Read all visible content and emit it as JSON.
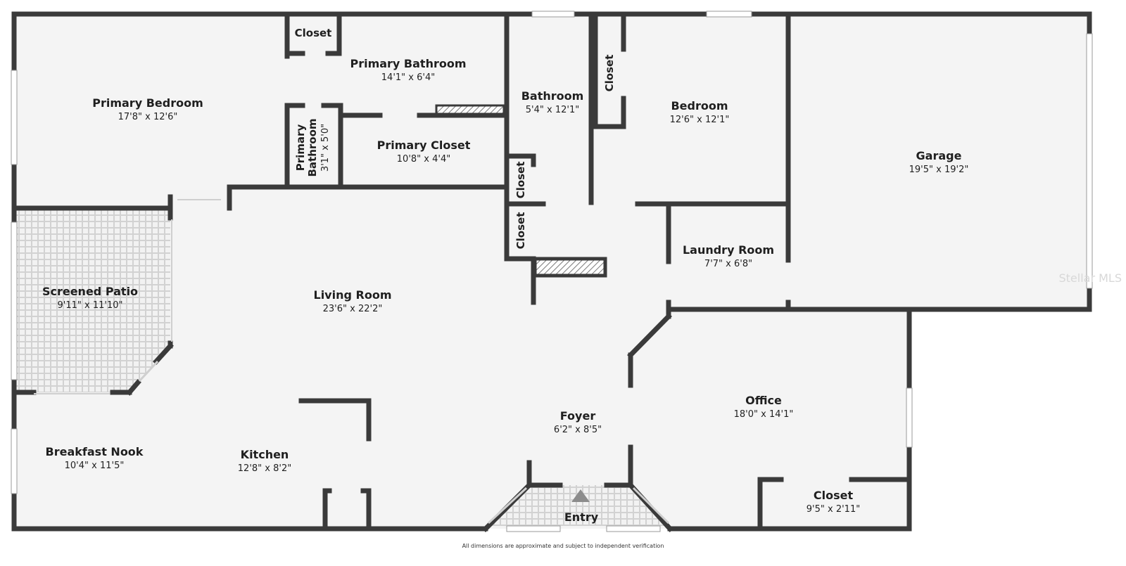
{
  "colors": {
    "floor": "#f4f4f4",
    "wall": "#3a3a3a",
    "tile": "#dcdcdc",
    "hatch": "#8a8a8a"
  },
  "rooms": {
    "primary_bedroom": {
      "name": "Primary Bedroom",
      "dim": "17'8\" x 12'6\""
    },
    "closet_top": {
      "name": "Closet"
    },
    "primary_bathroom": {
      "name": "Primary Bathroom",
      "dim": "14'1\" x 6'4\""
    },
    "primary_bathroom_small": {
      "name1": "Primary",
      "name2": "Bathroom",
      "dim": "3'1\" x 5'0\""
    },
    "primary_closet": {
      "name": "Primary Closet",
      "dim": "10'8\" x 4'4\""
    },
    "bathroom": {
      "name": "Bathroom",
      "dim": "5'4\" x 12'1\""
    },
    "closet_bed": {
      "name": "Closet"
    },
    "bedroom": {
      "name": "Bedroom",
      "dim": "12'6\" x 12'1\""
    },
    "garage": {
      "name": "Garage",
      "dim": "19'5\" x 19'2\""
    },
    "closet_hall_1": {
      "name": "Closet"
    },
    "closet_hall_2": {
      "name": "Closet"
    },
    "laundry_room": {
      "name": "Laundry Room",
      "dim": "7'7\" x 6'8\""
    },
    "screened_patio": {
      "name": "Screened Patio",
      "dim": "9'11\" x 11'10\""
    },
    "living_room": {
      "name": "Living Room",
      "dim": "23'6\" x 22'2\""
    },
    "office": {
      "name": "Office",
      "dim": "18'0\" x 14'1\""
    },
    "foyer": {
      "name": "Foyer",
      "dim": "6'2\" x 8'5\""
    },
    "breakfast_nook": {
      "name": "Breakfast Nook",
      "dim": "10'4\" x 11'5\""
    },
    "kitchen": {
      "name": "Kitchen",
      "dim": "12'8\" x 8'2\""
    },
    "closet_office": {
      "name": "Closet",
      "dim": "9'5\" x 2'11\""
    },
    "entry": {
      "name": "Entry"
    }
  },
  "footnote": "All dimensions are approximate and subject to independent verification",
  "watermark": "Stellar MLS"
}
